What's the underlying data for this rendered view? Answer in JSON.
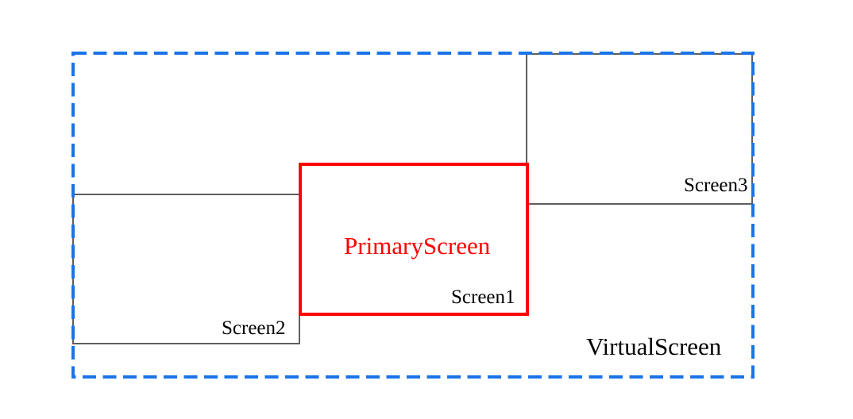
{
  "diagram": {
    "virtual_screen": {
      "label": "VirtualScreen"
    },
    "primary_screen": {
      "label": "PrimaryScreen",
      "sublabel": "Screen1"
    },
    "screen2": {
      "label": "Screen2"
    },
    "screen3": {
      "label": "Screen3"
    }
  },
  "colors": {
    "virtual_border": "#1a73e8",
    "primary_border": "#fe0000",
    "primary_text": "#fe0000",
    "screen_border": "#5e5e5e",
    "label_text": "#000000",
    "canvas_bg": "#ffffff"
  }
}
